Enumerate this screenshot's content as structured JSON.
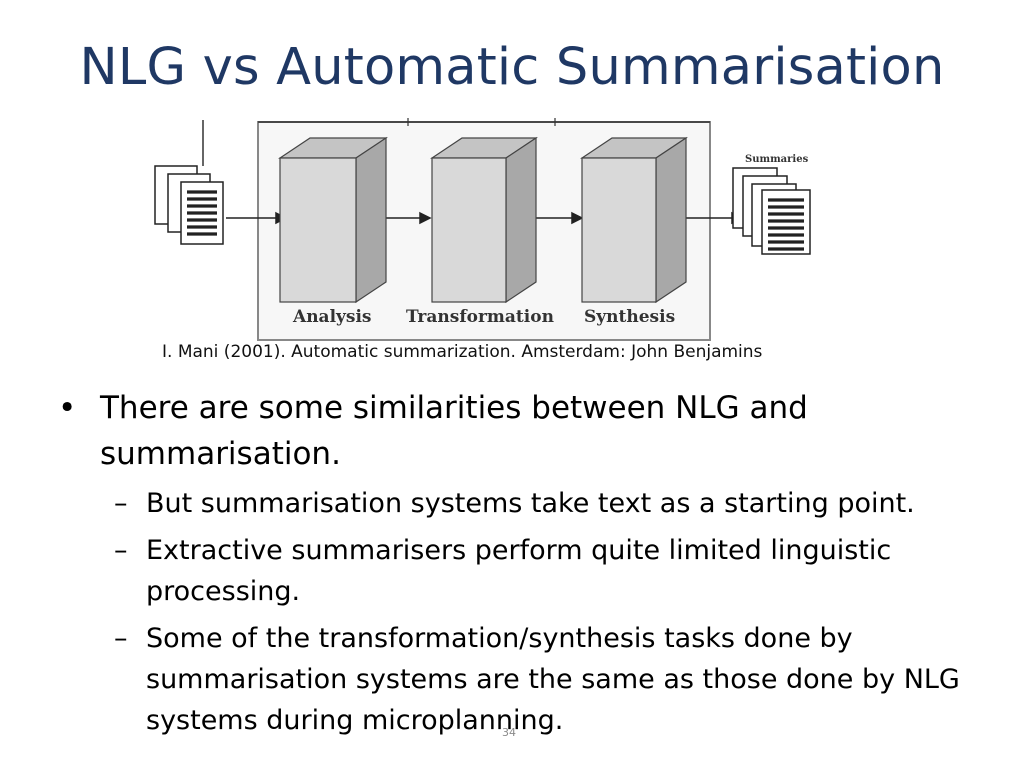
{
  "slide": {
    "title": "NLG vs Automatic Summarisation",
    "page_number": "34"
  },
  "figure": {
    "stages": [
      "Analysis",
      "Transformation",
      "Synthesis"
    ],
    "output_label": "Summaries",
    "citation": "I. Mani (2001). Automatic summarization.  Amsterdam: John Benjamins"
  },
  "bullets": {
    "main": "There are some similarities between NLG and summarisation.",
    "subs": [
      "But summarisation systems take text as a starting point.",
      "Extractive summarisers perform quite limited linguistic processing.",
      "Some of the transformation/synthesis tasks done by summarisation systems are the same as those done by NLG systems during microplanning."
    ],
    "bullet_glyph": "•",
    "dash_glyph": "–"
  },
  "colors": {
    "title": "#1f3864",
    "box_front": "#d9d9d9",
    "box_side": "#a8a8a8",
    "box_top": "#c4c4c4"
  }
}
